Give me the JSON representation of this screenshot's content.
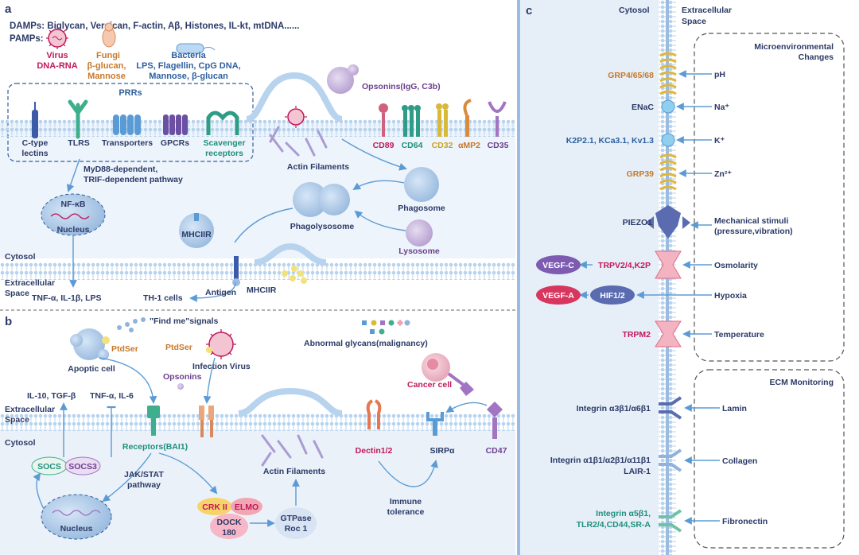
{
  "panels": {
    "a": "a",
    "b": "b",
    "c": "c"
  },
  "panel_a": {
    "damps": "DAMPs:  Biglycan, Versican, F-actin, Aβ, Histones, IL-kt, mtDNA......",
    "pamps": "PAMPs:",
    "virus_title": "Virus",
    "virus_sub": "DNA-RNA",
    "fungi_title": "Fungi",
    "fungi_sub1": "β-glucan,",
    "fungi_sub2": "Mannose",
    "bacteria_title": "Bacteria",
    "bacteria_sub1": "LPS, Flagellin, CpG DNA,",
    "bacteria_sub2": "Mannose, β-glucan",
    "prrs": "PRRs",
    "ctype1": "C-type",
    "ctype2": "lectins",
    "tlrs": "TLRS",
    "transporters": "Transporters",
    "gpcrs": "GPCRs",
    "scavenger1": "Scavenger",
    "scavenger2": "receptors",
    "opsonins": "Opsonins(IgG, C3b)",
    "cd89": "CD89",
    "cd64": "CD64",
    "cd32": "CD32",
    "amp2": "αMP2",
    "cd35": "CD35",
    "actin": "Actin Filaments",
    "myd88_1": "MyD88-dependent,",
    "myd88_2": "TRIF-dependent pathway",
    "nfkb": "NF-κB",
    "nucleus": "Nucleus",
    "phagosome": "Phagosome",
    "phagolysosome": "Phagolysosome",
    "lysosome": "Lysosome",
    "mhciir_in": "MHCIIR",
    "mhciir_out": "MHCIIR",
    "cytosol": "Cytosol",
    "extra1": "Extracellular",
    "extra2": "Space",
    "cytokines": "TNF-α, IL-1β, LPS",
    "antigen": "Antigen",
    "th1": "TH-1 cells"
  },
  "panel_b": {
    "find_me": "\"Find me\"signals",
    "ptdser1": "PtdSer",
    "ptdser2": "PtdSer",
    "apoptic": "Apoptic cell",
    "infection": "Infection Virus",
    "opsonins": "Opsonins",
    "glycans": "Abnormal glycans(malignancy)",
    "cancer": "Cancer cell",
    "il10": "IL-10, TGF-β",
    "tnf": "TNF-α, IL-6",
    "extra1": "Extracellular",
    "extra2": "Space",
    "cytosol": "Cytosol",
    "socs": "SOCS",
    "socs3": "SOCS3",
    "receptors": "Receptors(BAI1)",
    "jak1": "JAK/STAT",
    "jak2": "pathway",
    "nucleus": "Nucleus",
    "actin": "Actin Filaments",
    "crk": "CRK II",
    "elmo": "ELMO",
    "dock1": "DOCK",
    "dock2": "180",
    "gtp1": "GTPase",
    "gtp2": "Roc 1",
    "dectin": "Dectin1/2",
    "sirpa": "SIRPα",
    "cd47": "CD47",
    "immune1": "Immune",
    "immune2": "tolerance"
  },
  "panel_c": {
    "cytosol": "Cytosol",
    "extra1": "Extracellular",
    "extra2": "Space",
    "micro1": "Microenvironmental",
    "micro2": "Changes",
    "ecm": "ECM Monitoring",
    "grp4": "GRP4/65/68",
    "ph": "pH",
    "enac": "ENaC",
    "na": "Na⁺",
    "k2p": "K2P2.1, KCa3.1, Kv1.3",
    "k": "K⁺",
    "grp39": "GRP39",
    "zn": "Zn²⁺",
    "piezo": "PIEZO1",
    "mech1": "Mechanical stimuli",
    "mech2": "(pressure,vibration)",
    "vegfc": "VEGF-C",
    "trpv": "TRPV2/4,K2P",
    "osmo": "Osmolarity",
    "vegfa": "VEGF-A",
    "hif": "HIF1/2",
    "hypoxia": "Hypoxia",
    "trpm2": "TRPM2",
    "temp": "Temperature",
    "integrin1": "Integrin α3β1/α6β1",
    "lamin": "Lamin",
    "integrin2a": "Integrin α1β1/α2β1/α11β1",
    "integrin2b": "LAIR-1",
    "collagen": "Collagen",
    "integrin3a": "Integrin α5β1,",
    "integrin3b": "TLR2/4,CD44,SR-A",
    "fibronectin": "Fibronectin"
  },
  "colors": {
    "membrane": "#a9c9e8",
    "cytosol_bg": "#e4eef8",
    "navy": "#2b3a67",
    "red": "#c2185b",
    "orange": "#c8782a",
    "green": "#1f8f7d",
    "purple": "#6b3f8f"
  }
}
